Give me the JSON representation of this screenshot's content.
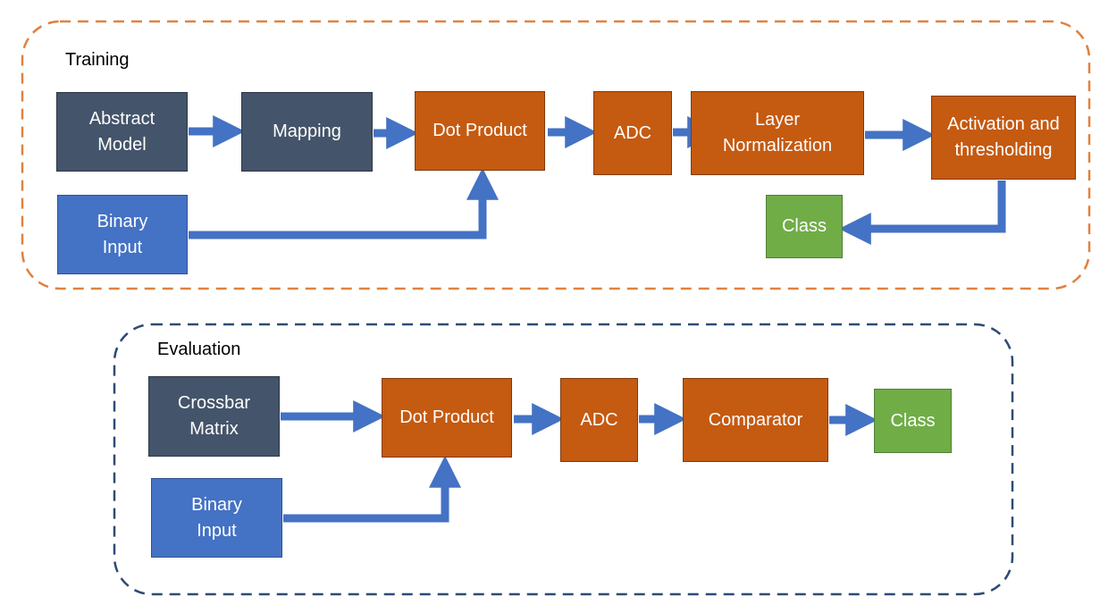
{
  "colors": {
    "training_border": "#E0823F",
    "evaluation_border": "#2F4A74",
    "model_block": "#44546A",
    "process_block": "#C55A11",
    "input_block": "#4472C4",
    "output_block": "#70AD47",
    "arrow": "#4472C4"
  },
  "training": {
    "title": "Training",
    "blocks": {
      "abstract_model": "Abstract\nModel",
      "mapping": "Mapping",
      "dot_product": "Dot Product",
      "adc": "ADC",
      "layer_norm": "Layer\nNormalization",
      "activation": "Activation and\nthresholding",
      "class": "Class",
      "binary_input": "Binary\nInput"
    },
    "flow": [
      [
        "Abstract Model",
        "Mapping"
      ],
      [
        "Mapping",
        "Dot Product"
      ],
      [
        "Binary Input",
        "Dot Product"
      ],
      [
        "Dot Product",
        "ADC"
      ],
      [
        "ADC",
        "Layer Normalization"
      ],
      [
        "Layer Normalization",
        "Activation and thresholding"
      ],
      [
        "Activation and thresholding",
        "Class"
      ]
    ]
  },
  "evaluation": {
    "title": "Evaluation",
    "blocks": {
      "crossbar_matrix": "Crossbar\nMatrix",
      "dot_product": "Dot Product",
      "adc": "ADC",
      "comparator": "Comparator",
      "class": "Class",
      "binary_input": "Binary\nInput"
    },
    "flow": [
      [
        "Crossbar Matrix",
        "Dot Product"
      ],
      [
        "Binary Input",
        "Dot Product"
      ],
      [
        "Dot Product",
        "ADC"
      ],
      [
        "ADC",
        "Comparator"
      ],
      [
        "Comparator",
        "Class"
      ]
    ]
  }
}
